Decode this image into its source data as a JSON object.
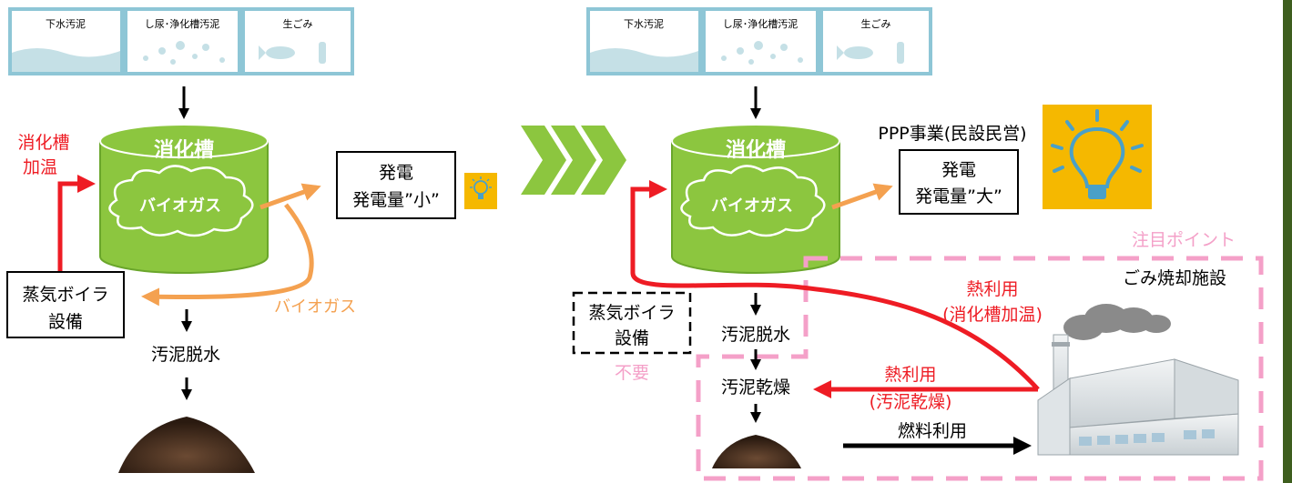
{
  "inputs": {
    "sewage_sludge": "下水汚泥",
    "night_soil": "し尿･浄化槽汚泥",
    "food_waste": "生ごみ"
  },
  "before": {
    "digester_label": "消化槽",
    "biogas_label": "バイオガス",
    "heating_label_line1": "消化槽",
    "heating_label_line2": "加温",
    "power_line1": "発電",
    "power_line2": "発電量”小”",
    "boiler_line1": "蒸気ボイラ",
    "boiler_line2": "設備",
    "biogas_arrow_label": "バイオガス",
    "dewatering_label": "汚泥脱水"
  },
  "after": {
    "digester_label": "消化槽",
    "biogas_label": "バイオガス",
    "ppp_label": "PPP事業(民設民営)",
    "power_line1": "発電",
    "power_line2": "発電量”大”",
    "boiler_line1": "蒸気ボイラ",
    "boiler_line2": "設備",
    "boiler_not_needed": "不要",
    "dewatering_label": "汚泥脱水",
    "drying_label": "汚泥乾燥",
    "attention_label": "注目ポイント",
    "incinerator_label": "ごみ焼却施設",
    "heat_digester_line1": "熱利用",
    "heat_digester_line2": "(消化槽加温)",
    "heat_drying_line1": "熱利用",
    "heat_drying_line2": "(汚泥乾燥)",
    "fuel_label": "燃料利用"
  },
  "colors": {
    "tile_border": "#8ec6d6",
    "tile_wave": "#c5e0e6",
    "digester_green": "#8cc63f",
    "arrow_green": "#8cc63f",
    "heat_red": "#ee1c24",
    "biogas_orange": "#f4a150",
    "attention_pink": "#f4a0c8",
    "bulb_bg": "#f5b800",
    "side_bar": "#3e5e1e"
  }
}
